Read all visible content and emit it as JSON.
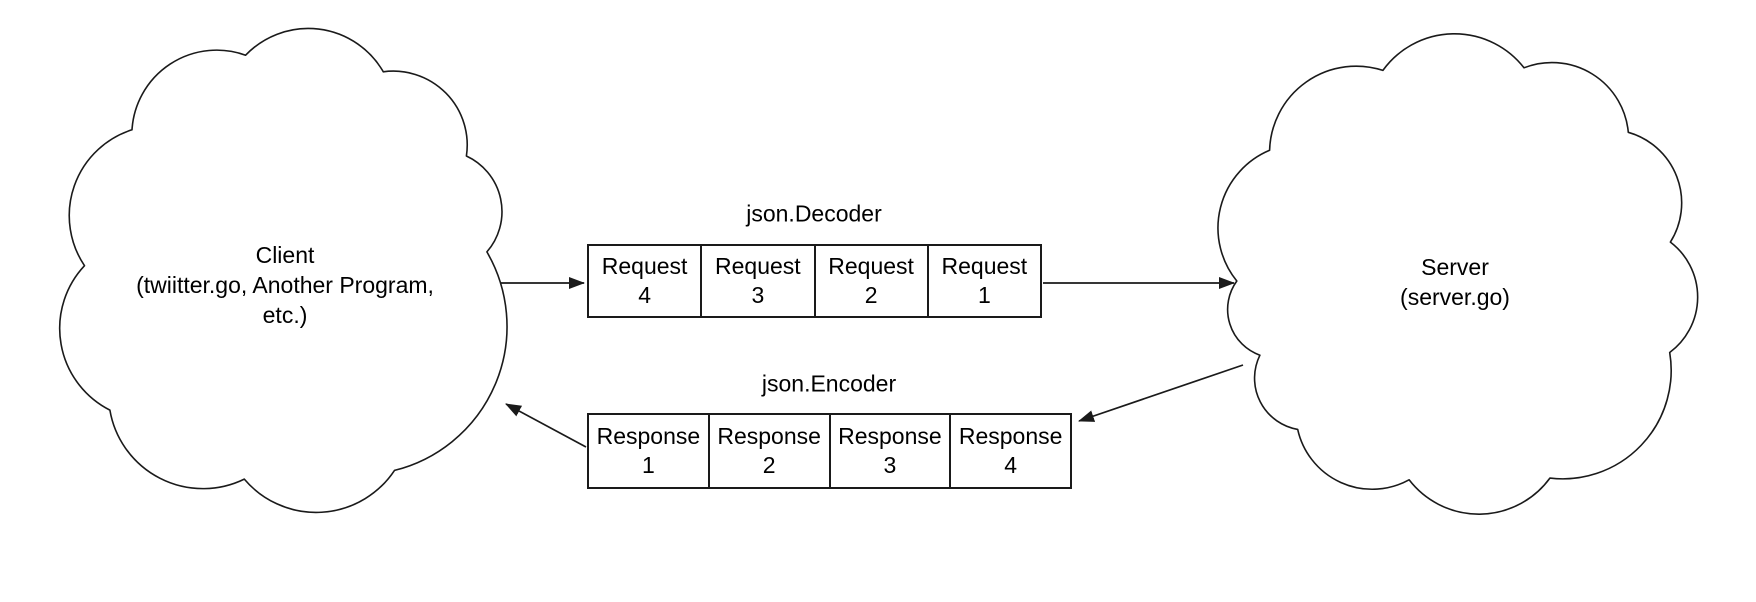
{
  "diagram": {
    "background_color": "#ffffff",
    "line_color": "#1a1a1a",
    "clouds": {
      "client": {
        "line1": "Client",
        "line2": "(twiitter.go, Another Program,",
        "line3": "etc.)"
      },
      "server": {
        "line1": "Server",
        "line2": "(server.go)"
      }
    },
    "queues": {
      "request": {
        "title": "json.Decoder",
        "cells": [
          {
            "word": "Request",
            "num": "4"
          },
          {
            "word": "Request",
            "num": "3"
          },
          {
            "word": "Request",
            "num": "2"
          },
          {
            "word": "Request",
            "num": "1"
          }
        ]
      },
      "response": {
        "title": "json.Encoder",
        "cells": [
          {
            "word": "Response",
            "num": "1"
          },
          {
            "word": "Response",
            "num": "2"
          },
          {
            "word": "Response",
            "num": "3"
          },
          {
            "word": "Response",
            "num": "4"
          }
        ]
      }
    },
    "arrows": [
      "client-to-decoder-queue",
      "decoder-queue-to-server",
      "server-to-encoder-queue",
      "encoder-queue-to-client"
    ]
  }
}
